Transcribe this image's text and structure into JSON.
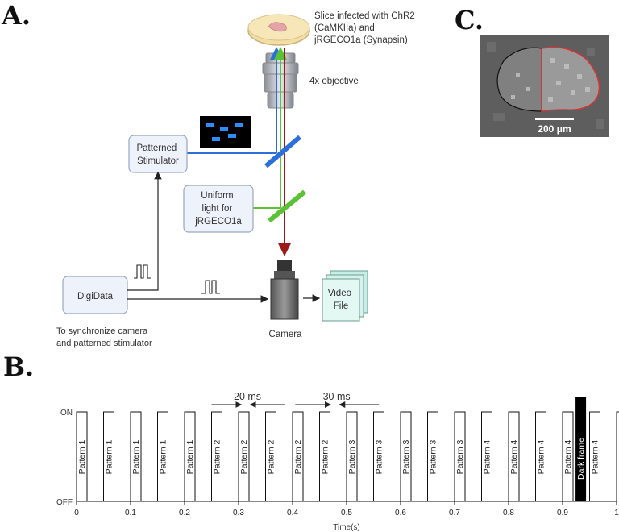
{
  "panels": {
    "a": "A.",
    "b": "B.",
    "c": "C."
  },
  "setup": {
    "slice_label": [
      "Slice infected with ChR2",
      "(CaMKIIa) and",
      "jRGECO1a (Synapsin)"
    ],
    "objective_label": "4x objective",
    "stimulator_label": [
      "Patterned",
      "Stimulator"
    ],
    "uniform_label": [
      "Uniform",
      "light for",
      "jRGECO1a"
    ],
    "digidata_label": "DigiData",
    "camera_label": "Camera",
    "video_label": [
      "Video",
      "File"
    ],
    "sync_note": [
      "To synchronize camera",
      "and patterned stimulator"
    ],
    "colors": {
      "blue": "#2a6fdb",
      "green": "#5bc236",
      "red": "#9b1b1b"
    }
  },
  "micrograph": {
    "scale_bar_label": "200 μm"
  },
  "timeline": {
    "on_label": "ON",
    "off_label": "OFF",
    "xlabel": "Time(s)",
    "xticks": [
      0,
      0.1,
      0.2,
      0.3,
      0.4,
      0.5,
      0.6,
      0.7,
      0.8,
      0.9,
      1
    ],
    "xtick_labels": [
      "0",
      "0.1",
      "0.2",
      "0.3",
      "0.4",
      "0.5",
      "0.6",
      "0.7",
      "0.8",
      "0.9",
      "1"
    ],
    "xlim": [
      0,
      1
    ],
    "interval_20": {
      "label": "20 ms",
      "t_from": 0.25,
      "t_to": 0.385,
      "gap": [
        0.305,
        0.322
      ]
    },
    "interval_30": {
      "label": "30 ms",
      "t_from": 0.405,
      "t_to": 0.56,
      "gap": [
        0.47,
        0.487
      ]
    },
    "dark_frame_label": "Dark frame",
    "pulses": [
      {
        "t": 0.0,
        "label": "Pattern 1"
      },
      {
        "t": 0.05,
        "label": "Pattern 1"
      },
      {
        "t": 0.1,
        "label": "Pattern 1"
      },
      {
        "t": 0.15,
        "label": "Pattern 1"
      },
      {
        "t": 0.2,
        "label": "Pattern 1"
      },
      {
        "t": 0.25,
        "label": "Pattern 2"
      },
      {
        "t": 0.3,
        "label": "Pattern 2"
      },
      {
        "t": 0.35,
        "label": "Pattern 2"
      },
      {
        "t": 0.4,
        "label": "Pattern 2"
      },
      {
        "t": 0.45,
        "label": "Pattern 2"
      },
      {
        "t": 0.5,
        "label": "Pattern 3"
      },
      {
        "t": 0.55,
        "label": "Pattern 3"
      },
      {
        "t": 0.6,
        "label": "Pattern 3"
      },
      {
        "t": 0.65,
        "label": "Pattern 3"
      },
      {
        "t": 0.7,
        "label": "Pattern 3"
      },
      {
        "t": 0.75,
        "label": "Pattern 4"
      },
      {
        "t": 0.8,
        "label": "Pattern 4"
      },
      {
        "t": 0.85,
        "label": "Pattern 4"
      },
      {
        "t": 0.9,
        "label": "Pattern 4"
      },
      {
        "t": 0.93,
        "label": "Dark frame",
        "dark": true
      },
      {
        "t": 0.95,
        "label": "Pattern 4"
      },
      {
        "t": 1.0,
        "label": ""
      }
    ]
  }
}
